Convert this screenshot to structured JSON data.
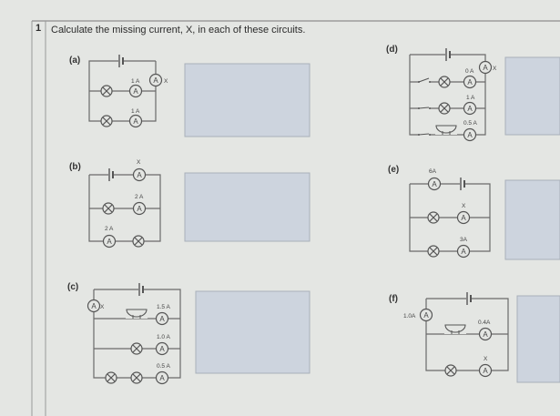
{
  "question": {
    "number": "1",
    "prompt": "Calculate the missing current, X, in each of these circuits."
  },
  "ammeter_symbol": "A",
  "colors": {
    "answer_box": "#cdd4de",
    "answer_box_border": "#a9b0ba",
    "paper": "#e4e6e3",
    "wire": "#6a6a6a"
  },
  "circuits": {
    "a": {
      "label": "(a)",
      "readings": [
        "X",
        "1 A",
        "1 A"
      ],
      "answer": ""
    },
    "b": {
      "label": "(b)",
      "readings": [
        "X",
        "2 A",
        "2 A"
      ],
      "answer": ""
    },
    "c": {
      "label": "(c)",
      "readings": [
        "X",
        "1.5 A",
        "1.0 A",
        "0.5 A"
      ],
      "answer": ""
    },
    "d": {
      "label": "(d)",
      "readings": [
        "X",
        "0 A",
        "1 A",
        "0.5 A"
      ],
      "answer": ""
    },
    "e": {
      "label": "(e)",
      "readings": [
        "6A",
        "X",
        "3A"
      ],
      "answer": ""
    },
    "f": {
      "label": "(f)",
      "readings": [
        "1.0A",
        "0.4A",
        "X"
      ],
      "answer": ""
    }
  }
}
